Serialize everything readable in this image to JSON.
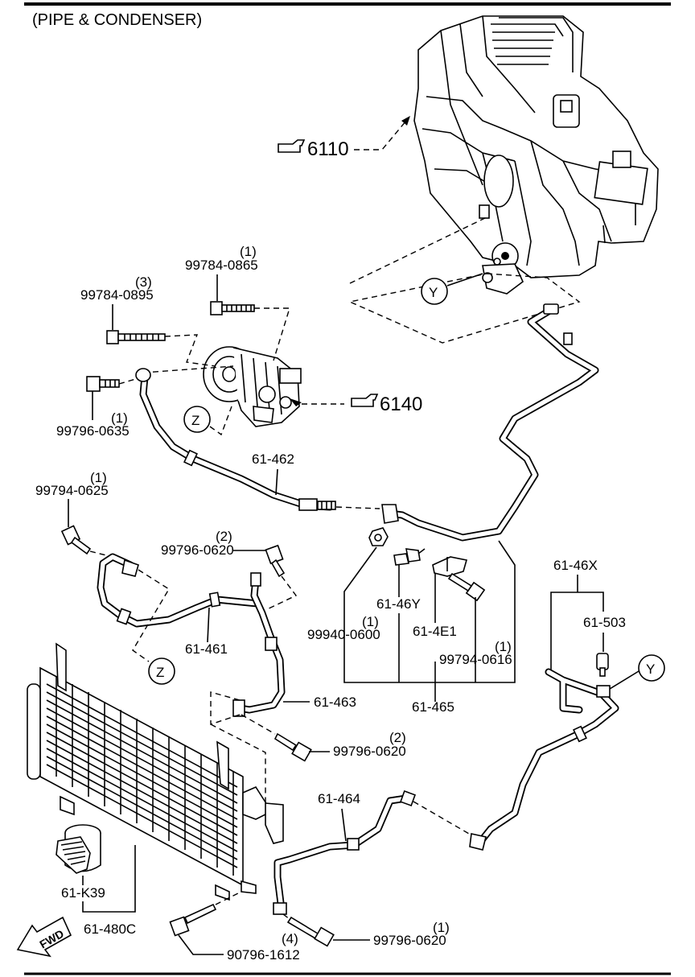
{
  "title": "(PIPE & CONDENSER)",
  "refs": {
    "heater_unit": "6110",
    "compressor": "6140",
    "Z": "Z",
    "Y": "Y"
  },
  "callouts": {
    "bolt_99784_0865": {
      "qty": "(1)",
      "part": "99784-0865"
    },
    "bolt_99784_0895": {
      "qty": "(3)",
      "part": "99784-0895"
    },
    "bolt_99796_0635": {
      "qty": "(1)",
      "part": "99796-0635"
    },
    "bolt_99794_0625": {
      "qty": "(1)",
      "part": "99794-0625"
    },
    "bolt_99796_0620_a": {
      "qty": "(2)",
      "part": "99796-0620"
    },
    "pipe_61_462": "61-462",
    "pipe_61_461": "61-461",
    "pipe_61_463": "61-463",
    "pipe_61_464": "61-464",
    "pipe_61_465": "61-465",
    "part_61_46Y": "61-46Y",
    "part_61_4E1": "61-4E1",
    "nut_99940_0600": {
      "qty": "(1)",
      "part": "99940-0600"
    },
    "bolt_99794_0616": {
      "qty": "(1)",
      "part": "99794-0616"
    },
    "pipe_61_46X": "61-46X",
    "switch_61_503": "61-503",
    "bolt_99796_0620_b": {
      "qty": "(2)",
      "part": "99796-0620"
    },
    "bolt_99796_0620_c": {
      "qty": "(1)",
      "part": "99796-0620"
    },
    "bolt_90796_1612": {
      "qty": "(4)",
      "part": "90796-1612"
    },
    "drier_61_K39": "61-K39",
    "condenser_61_480C": "61-480C",
    "fwd": "FWD"
  }
}
